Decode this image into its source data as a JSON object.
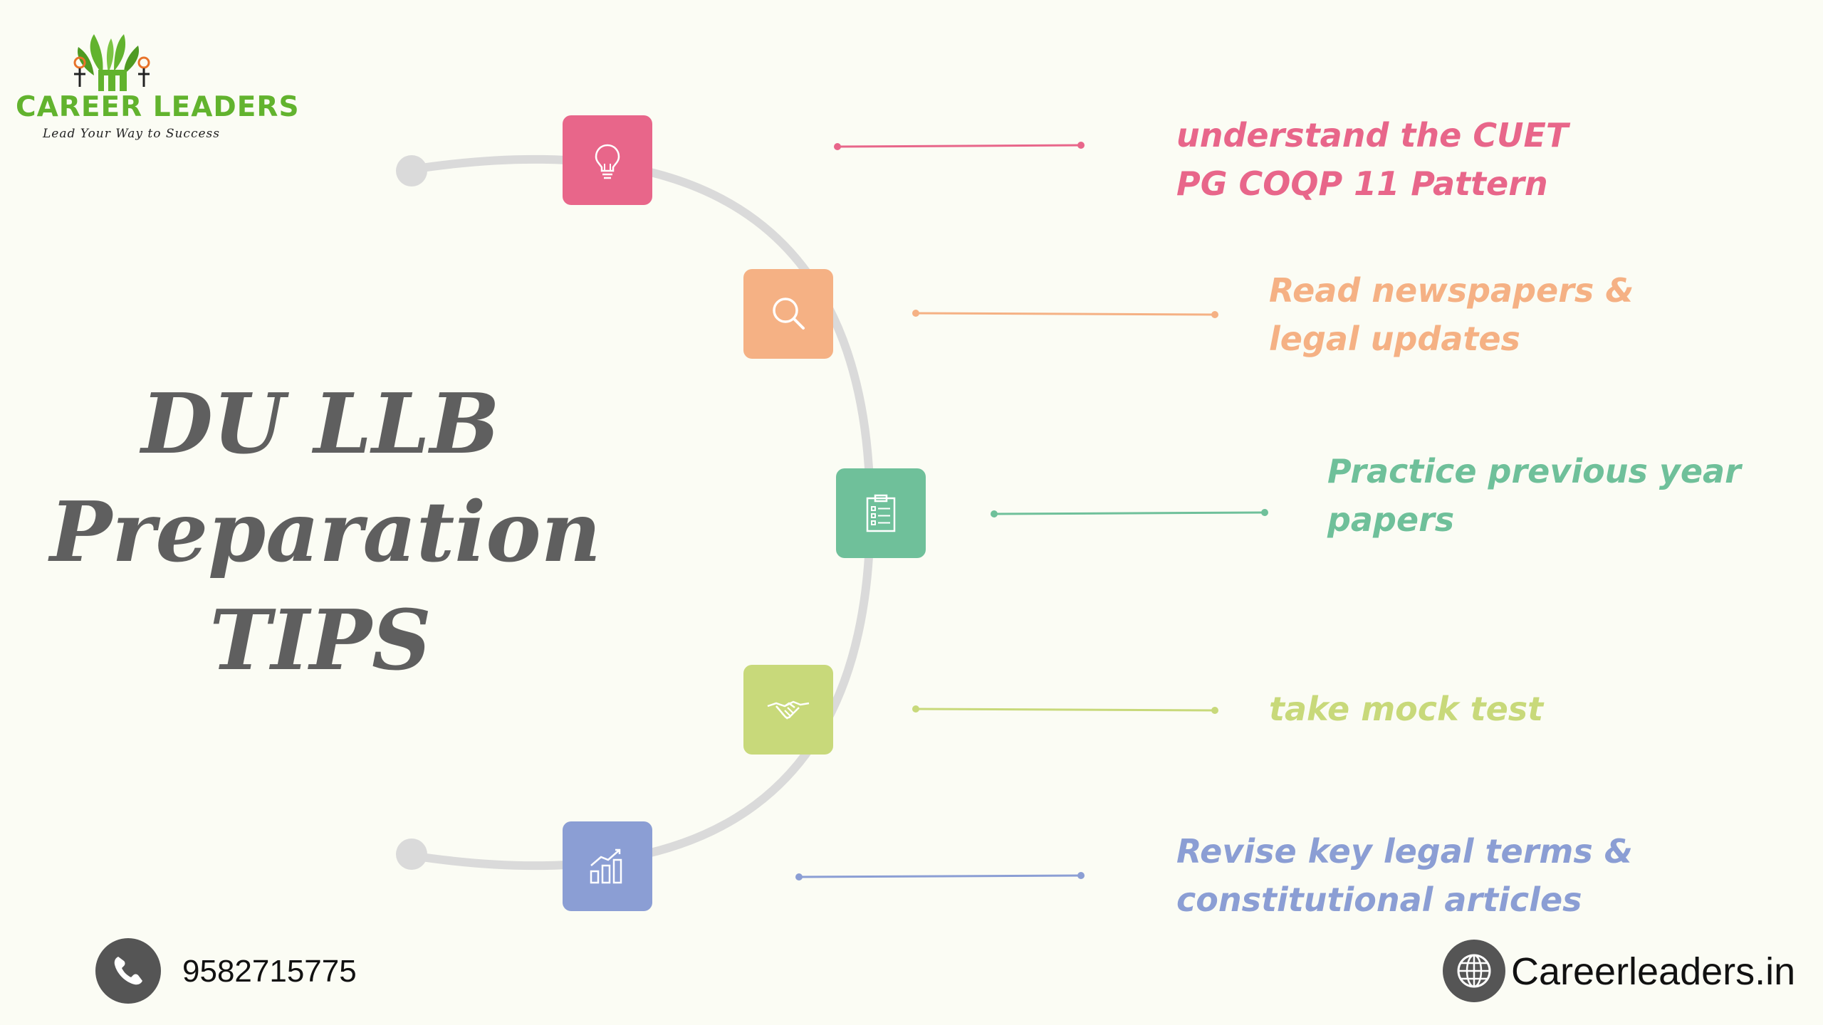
{
  "brand": {
    "name": "CAREER LEADERS",
    "tagline": "Lead Your Way to Success",
    "color": "#62b32e"
  },
  "title": {
    "lines": [
      "DU LLB",
      "Preparation",
      "TIPS"
    ],
    "color": "#5f5f5f"
  },
  "tips": [
    {
      "lines": [
        "understand the CUET",
        "PG COQP 11 Pattern"
      ],
      "icon": "lightbulb-icon",
      "color": "#e8668a"
    },
    {
      "lines": [
        "Read  newspapers &",
        "legal updates"
      ],
      "icon": "magnifier-icon",
      "color": "#f5b184"
    },
    {
      "lines": [
        "Practice previous year",
        "papers"
      ],
      "icon": "clipboard-icon",
      "color": "#6fc09a"
    },
    {
      "lines": [
        "take mock test"
      ],
      "icon": "handshake-icon",
      "color": "#c8d97a"
    },
    {
      "lines": [
        "Revise key legal terms &",
        "constitutional  articles"
      ],
      "icon": "growth-chart-icon",
      "color": "#8b9ed4"
    }
  ],
  "contact": {
    "phone": "9582715775",
    "website": "Careerleaders.in",
    "phone_icon": "phone-icon",
    "website_icon": "globe-icon"
  },
  "colors": {
    "background": "#fbfcf4",
    "arc": "#dadada",
    "contact_icon_bg": "#555555"
  }
}
